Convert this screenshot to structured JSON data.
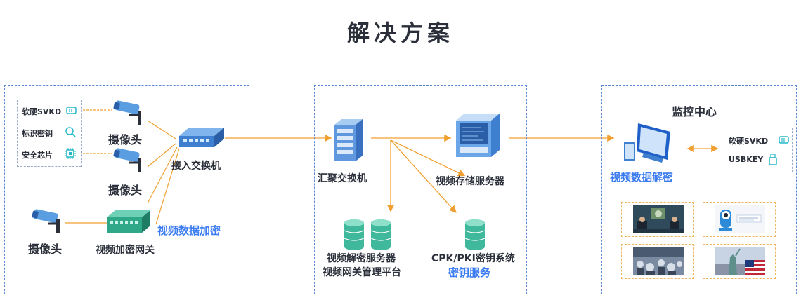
{
  "title": "解决方案",
  "left": {
    "legend": [
      {
        "label": "软硬SVKD",
        "icon": "usb-key-icon"
      },
      {
        "label": "标识密钥",
        "icon": "key-search-icon"
      },
      {
        "label": "安全芯片",
        "icon": "chip-icon"
      }
    ],
    "camera1": "摄像头",
    "camera2": "摄像头",
    "camera3": "摄像头",
    "access_switch": "接入交换机",
    "gateway": "视频加密网关",
    "encrypt": "视频数据加密"
  },
  "middle": {
    "aggregation_switch": "汇聚交换机",
    "storage_server": "视频存储服务器",
    "decrypt_server": "视频解密服务器",
    "gateway_platform": "视频网关管理平台",
    "pki_system": "CPK/PKI密钥系统",
    "key_service": "密钥服务"
  },
  "right": {
    "title": "监控中心",
    "decrypt": "视频数据解密",
    "keys": [
      {
        "label": "软硬SVKD",
        "icon": "usb-key-icon"
      },
      {
        "label": "USBKEY",
        "icon": "usb-token-icon"
      }
    ],
    "thumbnails": [
      "news-studio-thumbnail",
      "home-camera-thumbnail",
      "crowd-thumbnail",
      "statue-of-liberty-thumbnail"
    ]
  }
}
